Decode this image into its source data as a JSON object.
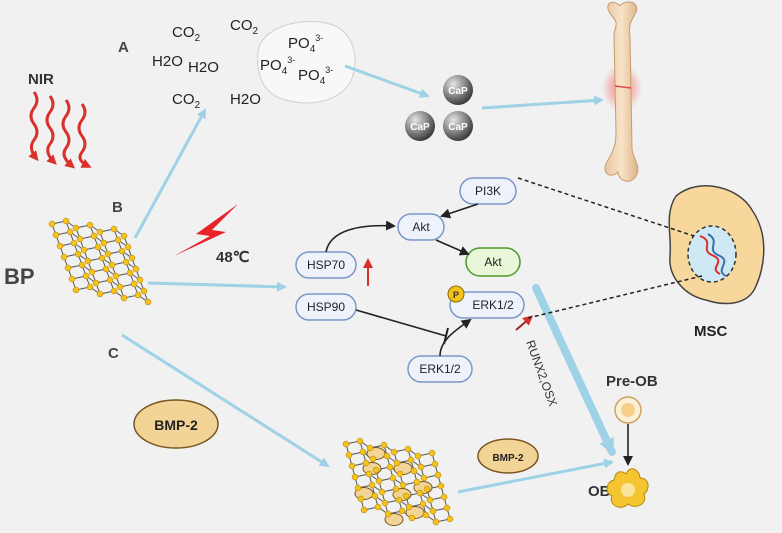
{
  "sections": {
    "a": "A",
    "b": "B",
    "c": "C"
  },
  "nir": "NIR",
  "bp": "BP",
  "temperature": "48℃",
  "molecules": {
    "co2_a": "CO",
    "co2_b": "CO",
    "co2_c": "CO",
    "h2o_a": "H",
    "h2o_b": "H",
    "h2o_c": "H",
    "po4_a": "PO",
    "po4_b": "PO",
    "po4_c": "PO",
    "co2_sub": "2",
    "h2o_sub": "2",
    "h2o_tail": "O",
    "po4_sub": "4",
    "po4_sup": "3-"
  },
  "cap": {
    "label": "CaP"
  },
  "nodes": {
    "pi3k": "PI3K",
    "akt1": "Akt",
    "akt2": "Akt",
    "hsp70": "HSP70",
    "hsp90": "HSP90",
    "erk_p": "ERK1/2",
    "erk": "ERK1/2",
    "p_badge": "P"
  },
  "runx": "RUNX2,OSX",
  "bmp_large": "BMP-2",
  "bmp_small": "BMP-2",
  "msc": "MSC",
  "preob": "Pre-OB",
  "ob": "OB",
  "colors": {
    "background": "#f1f1f1",
    "node_fill": "#eef3fb",
    "node_stroke": "#7a98c8",
    "akt_green_fill": "#e9f6d8",
    "akt_green_stroke": "#4c9a2a",
    "arrow_blue": "#9fd2e6",
    "nir_red": "#d9302b",
    "cell_fill": "#f7d79b",
    "bmp_fill": "#f3d497",
    "bp_yellow": "#f4c21a"
  }
}
